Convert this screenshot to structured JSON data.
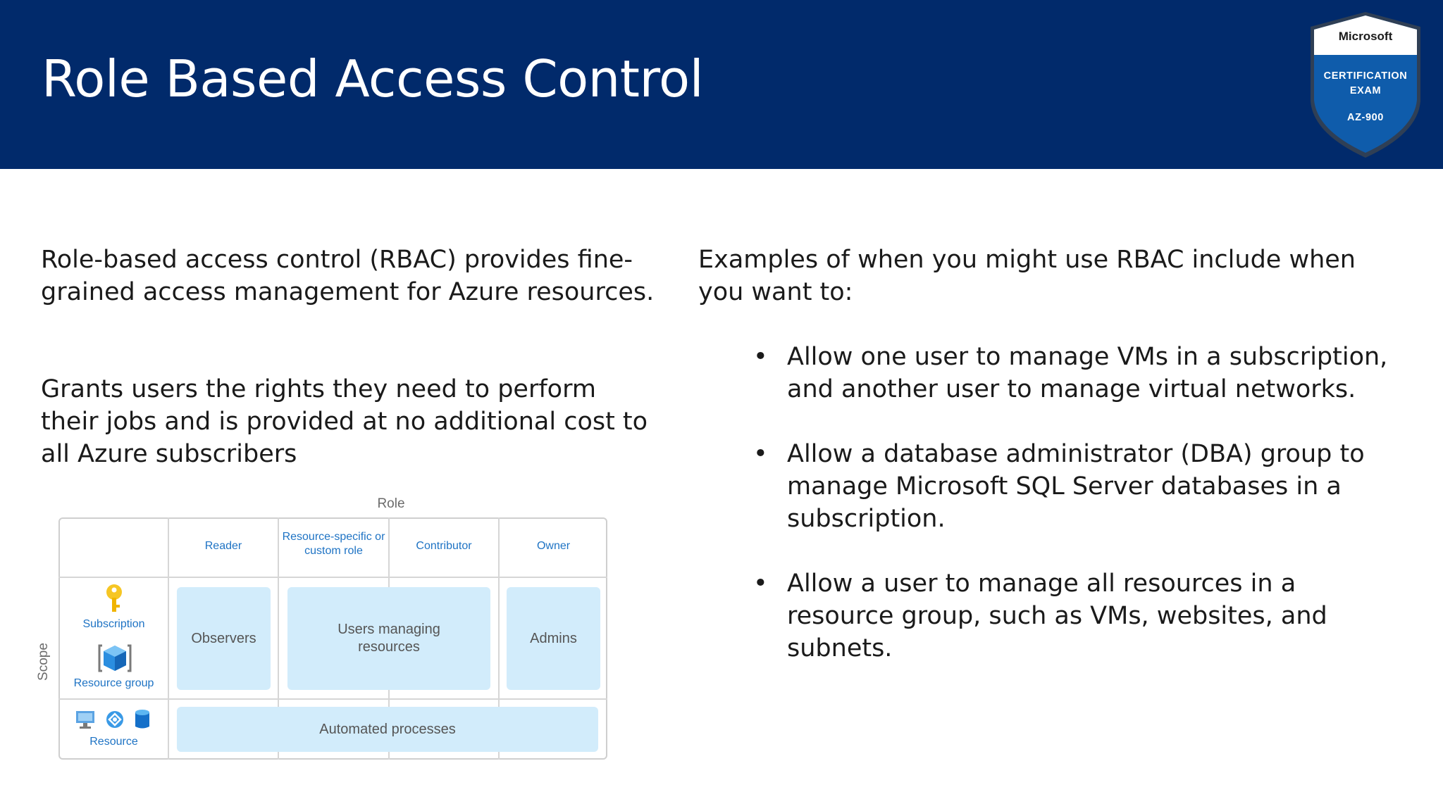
{
  "slide": {
    "title": "Role Based Access Control",
    "badge": {
      "brand": "Microsoft",
      "line1": "CERTIFICATION",
      "line2": "EXAM",
      "code": "AZ-900"
    },
    "left": {
      "paragraph1": "Role-based access control (RBAC) provides fine-grained access management for Azure resources.",
      "paragraph2": "Grants users the rights they need to perform their jobs and is provided at no additional cost to all Azure subscribers"
    },
    "right": {
      "intro": "Examples of when you might use RBAC include when you want to:",
      "bullet_symbol": "•",
      "bullets": [
        "Allow one user to manage VMs in a subscription, and another user to manage virtual networks.",
        "Allow a database administrator (DBA) group to manage Microsoft SQL Server databases in a subscription.",
        "Allow a user to manage all resources in a resource group, such as VMs, websites, and subnets."
      ]
    }
  },
  "diagram": {
    "axis_role": "Role",
    "axis_scope": "Scope",
    "columns": [
      "Reader",
      "Resource-specific or custom role",
      "Contributor",
      "Owner"
    ],
    "scopes": [
      "Subscription",
      "Resource group",
      "Resource"
    ],
    "boxes": {
      "observers": "Observers",
      "users_managing": "Users managing resources",
      "admins": "Admins",
      "automated": "Automated processes"
    },
    "icons": [
      "key-icon",
      "resource-group-cube-icon",
      "virtual-machine-icon",
      "network-icon",
      "database-icon"
    ]
  },
  "colors": {
    "header_bg": "#012a6b",
    "badge_blue": "#0f5cab",
    "diagram_text": "#1e73c4",
    "box_fill": "#d2ecfb"
  }
}
